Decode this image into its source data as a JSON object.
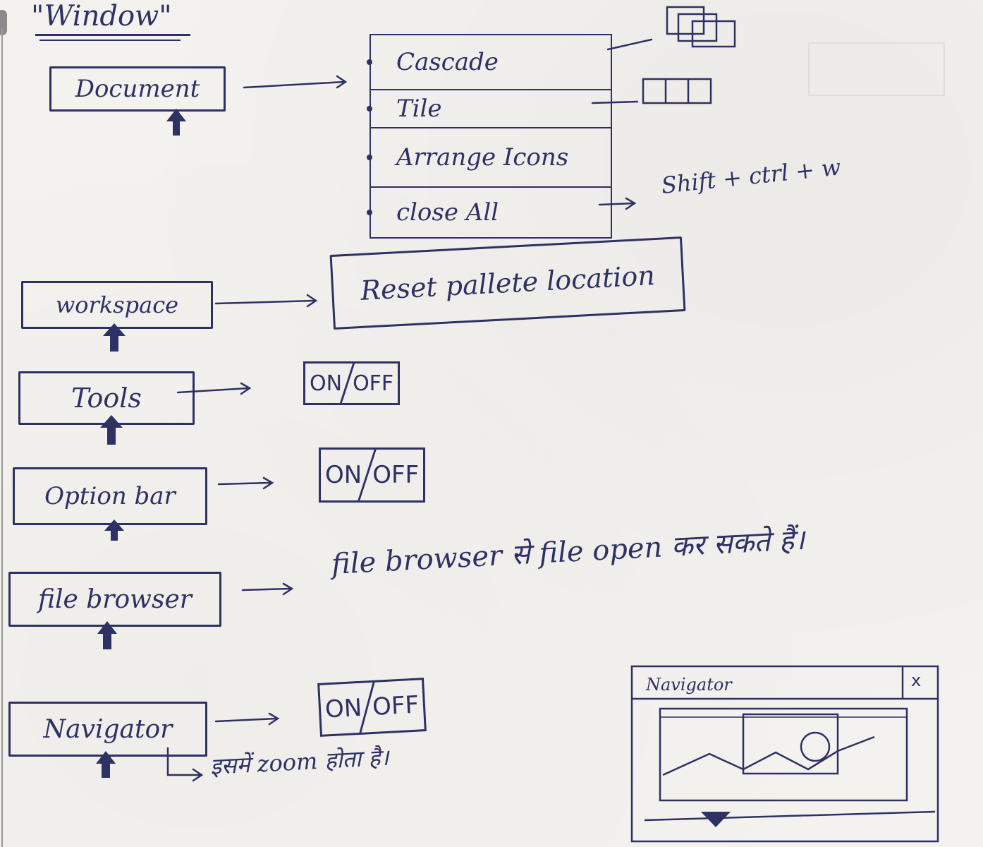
{
  "title": "\"Window\"",
  "document": {
    "label": "Document",
    "menu": [
      "Cascade",
      "Tile",
      "Arrange Icons",
      "close All"
    ],
    "shortcut": "Shift + ctrl + w"
  },
  "workspace": {
    "label": "workspace",
    "result": "Reset pallete location"
  },
  "tools": {
    "label": "Tools",
    "on": "ON",
    "off": "OFF"
  },
  "option_bar": {
    "label": "Option bar",
    "on": "ON",
    "off": "OFF"
  },
  "file_browser": {
    "label": "file browser",
    "note": "file browser से file open कर सकते हैं।"
  },
  "navigator": {
    "label": "Navigator",
    "on": "ON",
    "off": "OFF",
    "note": "इसमें zoom होता है।",
    "panel_title": "Navigator",
    "panel_close": "x"
  }
}
